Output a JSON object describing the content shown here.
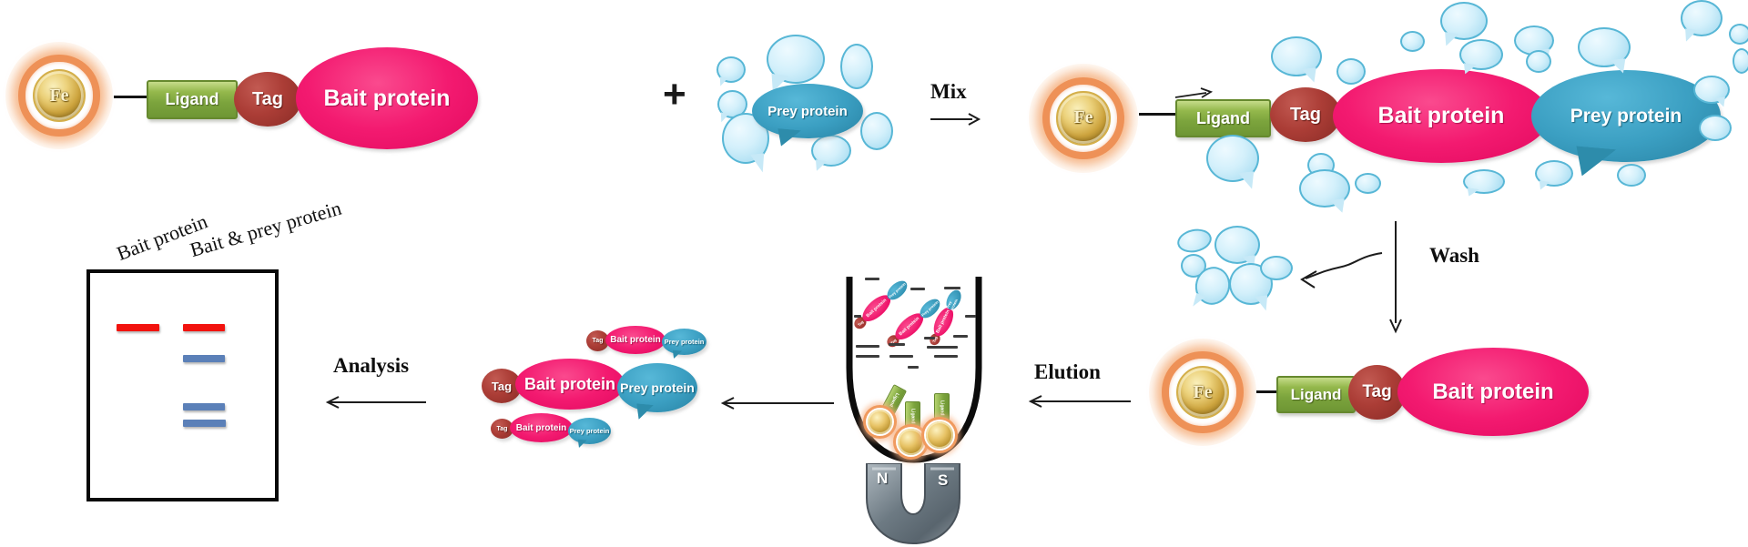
{
  "labels": {
    "fe": "Fe",
    "ligand": "Ligand",
    "tag": "Tag",
    "bait_protein": "Bait protein",
    "prey_protein": "Prey protein",
    "plus": "+"
  },
  "steps": {
    "mix": "Mix",
    "wash": "Wash",
    "elution": "Elution",
    "analysis": "Analysis"
  },
  "magnet": {
    "north": "N",
    "south": "S"
  },
  "gel": {
    "lane_labels": [
      "Bait protein",
      "Bait & prey protein"
    ],
    "lanes": [
      {
        "name": "Bait protein",
        "bands": [
          {
            "color": "red"
          }
        ]
      },
      {
        "name": "Bait & prey protein",
        "bands": [
          {
            "color": "red"
          },
          {
            "color": "blue"
          },
          {
            "color": "blue"
          },
          {
            "color": "blue"
          }
        ]
      }
    ]
  },
  "colors": {
    "bait_pink": "#f2156e",
    "tag_dark_red": "#9e322d",
    "ligand_green": "#7ca43d",
    "prey_teal": "#2e8fb0",
    "blob_light_blue": "#cfeefb",
    "bead_ring_orange": "#ee9157",
    "bead_gold": "#cda43e",
    "gel_band_red": "#f2130e",
    "gel_band_blue": "#5b80b8"
  },
  "icons": {
    "fe_bead": "magnetic-bead-icon",
    "magnet": "horseshoe-magnet-icon",
    "tube": "test-tube-icon",
    "gel": "gel-electrophoresis-icon"
  }
}
